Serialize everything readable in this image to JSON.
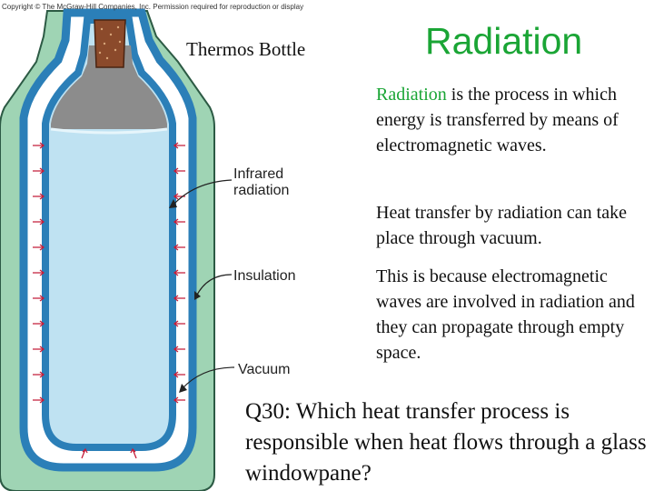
{
  "copyright": "Copyright © The McGraw-Hill Companies, Inc. Permission required for reproduction or display",
  "diagram_label": "Thermos Bottle",
  "title": "Radiation",
  "callouts": {
    "infrared": [
      "Infrared",
      "radiation"
    ],
    "insulation": "Insulation",
    "vacuum": "Vacuum"
  },
  "paragraph1": {
    "term": "Radiation",
    "rest": " is the process in which energy is transferred by means of electromagnetic waves."
  },
  "paragraph2": "Heat transfer by radiation can take place through vacuum.",
  "paragraph3": "This is because electromagnetic waves are involved in radiation and they can propagate through empty space.",
  "question": "Q30: Which heat transfer process is responsible when heat flows through a glass windowpane?",
  "colors": {
    "title": "#1aa535",
    "insulation": "#9fd4b4",
    "glass": "#2b7fb8",
    "liquid": "#bfe2f2",
    "cork": "#8b4a2b",
    "arrows": "#c41e3a"
  }
}
